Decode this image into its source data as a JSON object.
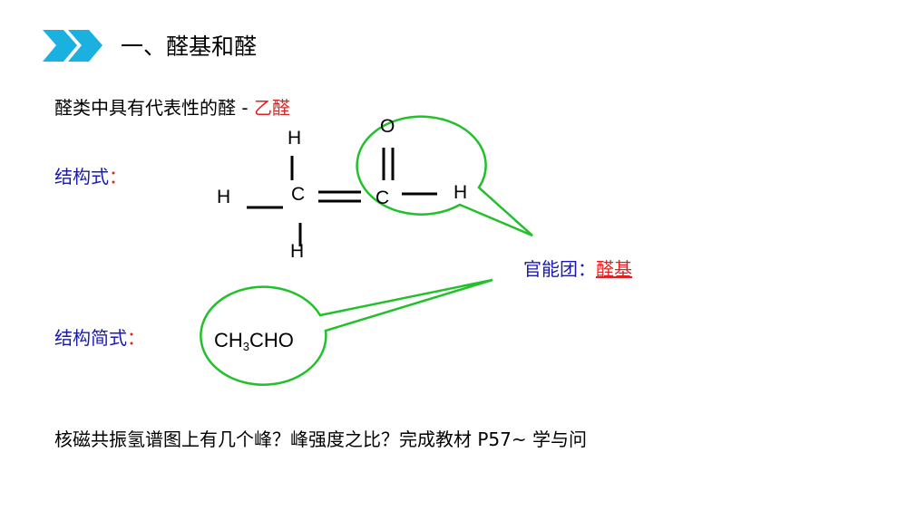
{
  "title": "一、醛基和醛",
  "intro": {
    "text": "醛类中具有代表性的醛 - ",
    "highlight": "乙醛"
  },
  "structural_formula_label": {
    "text": "结构式",
    "colon": "："
  },
  "condensed_formula_label": {
    "text": "结构简式",
    "colon": "："
  },
  "atoms": {
    "h_top": "H",
    "h_left": "H",
    "c1": "C",
    "h_bottom": "H",
    "o": "O",
    "c2": "C",
    "h_right": "H"
  },
  "functional_group": {
    "label": "官能团：",
    "name": "醛基"
  },
  "condensed_formula": {
    "part1": "CH",
    "subscript": "3",
    "part2": "CHO"
  },
  "question": "核磁共振氢谱图上有几个峰？峰强度之比？完成教材 P57~ 学与问",
  "colors": {
    "accent": "#1ab0e0",
    "highlight": "#e02020",
    "label_blue": "#1a1ab0",
    "callout": "#22c02a"
  }
}
